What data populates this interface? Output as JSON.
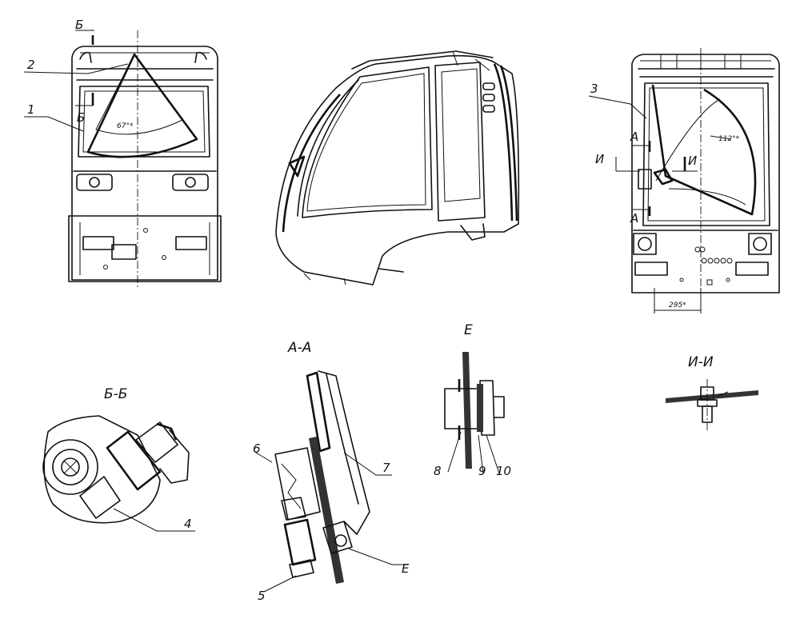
{
  "callouts": {
    "c1": "1",
    "c2": "2",
    "c3": "3",
    "c4": "4",
    "c5": "5",
    "c6": "6",
    "c7": "7",
    "c8": "8",
    "c9": "9",
    "c10": "10"
  },
  "section_marks": {
    "b_top": "Б",
    "b_side": "Б",
    "a_top": "А",
    "a_bottom": "А",
    "i_left": "И",
    "i_right": "И"
  },
  "section_titles": {
    "b_b": "Б-Б",
    "a_a": "А-А",
    "e": "Е",
    "i_i": "И-И"
  },
  "detail_marker": "Е",
  "dimensions": {
    "left_wiper_angle": "67°*",
    "right_wiper_angle": "112°*",
    "right_offset": "295*"
  },
  "colors": {
    "line": "#111111",
    "background": "#ffffff"
  }
}
